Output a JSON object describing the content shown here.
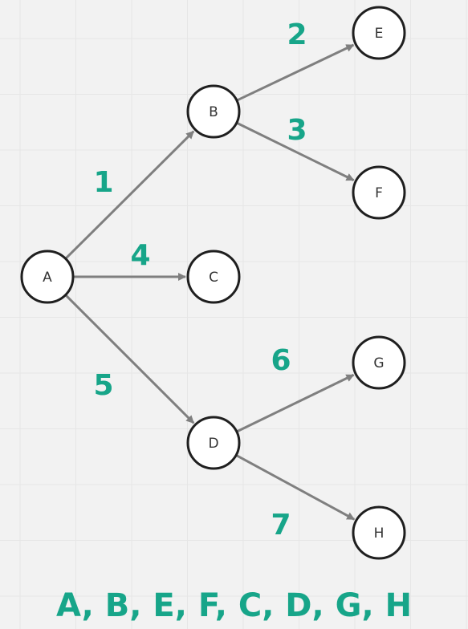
{
  "colors": {
    "background": "#f2f2f2",
    "grid": "#e6e6e6",
    "node_fill": "#ffffff",
    "node_stroke": "#1f1f1f",
    "edge": "#7f7f7f",
    "accent": "#17a589"
  },
  "nodes": [
    {
      "id": "A",
      "label": "A"
    },
    {
      "id": "B",
      "label": "B"
    },
    {
      "id": "C",
      "label": "C"
    },
    {
      "id": "D",
      "label": "D"
    },
    {
      "id": "E",
      "label": "E"
    },
    {
      "id": "F",
      "label": "F"
    },
    {
      "id": "G",
      "label": "G"
    },
    {
      "id": "H",
      "label": "H"
    }
  ],
  "edges": [
    {
      "from": "A",
      "to": "B",
      "label": "1"
    },
    {
      "from": "B",
      "to": "E",
      "label": "2"
    },
    {
      "from": "B",
      "to": "F",
      "label": "3"
    },
    {
      "from": "A",
      "to": "C",
      "label": "4"
    },
    {
      "from": "A",
      "to": "D",
      "label": "5"
    },
    {
      "from": "D",
      "to": "G",
      "label": "6"
    },
    {
      "from": "D",
      "to": "H",
      "label": "7"
    }
  ],
  "traversal_order": "A, B, E, F, C, D, G, H"
}
